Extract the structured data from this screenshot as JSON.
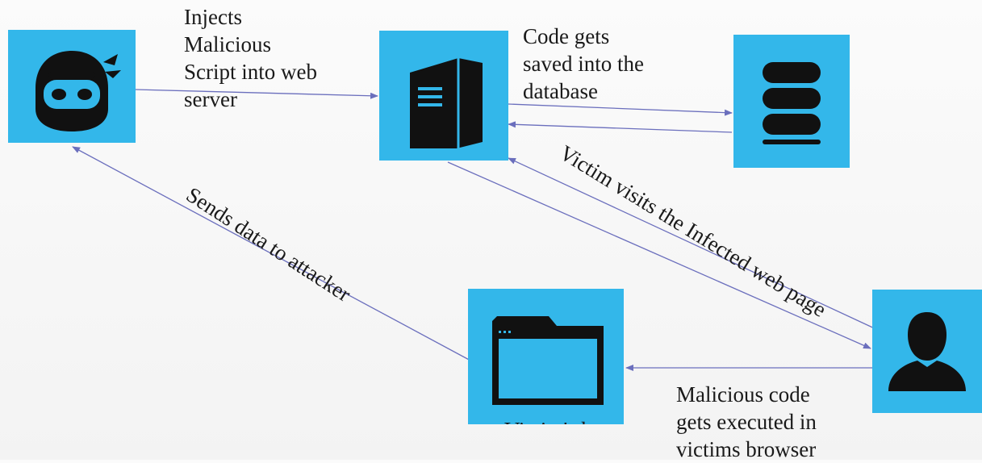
{
  "labels": {
    "inject": [
      "Injects",
      "Malicious",
      "Script into web",
      "server"
    ],
    "saved": [
      "Code gets",
      "saved into the",
      "database"
    ],
    "sends": "Sends data to attacker",
    "visits": "Victim visits the Infected web page",
    "executed": [
      "Malicious code",
      "gets executed in",
      "victims browser"
    ],
    "browser_caption": "Victim's browser"
  },
  "icons": {
    "attacker": "ninja-hacker-icon",
    "server": "server-tower-icon",
    "database": "database-icon",
    "browser": "browser-window-icon",
    "victim": "user-silhouette-icon"
  },
  "colors": {
    "node_fill": "#33b7ea",
    "arrow": "#6b6fbd",
    "icon": "#111111"
  }
}
